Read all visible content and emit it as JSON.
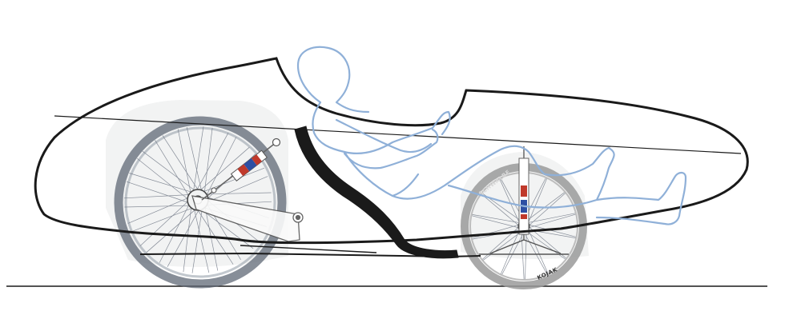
{
  "drawing": {
    "subject": "velomobile-side-view",
    "colors": {
      "background": "#ffffff",
      "shell_outline": "#1a1a1a",
      "ground_line": "#1a1a1a",
      "rider_outline": "#8fb0d8",
      "rear_wheel_tire": "#5f6875",
      "front_wheel_tire": "#9a9a9a",
      "spokes": "#6a7280",
      "shock_red": "#c0392b",
      "shock_blue": "#2e4fa3",
      "seat": "#1a1a1a",
      "wheel_well_shade": "#eceeee"
    },
    "tire_branding": {
      "brand": "SCHWALBE",
      "model": "KOJAK"
    }
  }
}
